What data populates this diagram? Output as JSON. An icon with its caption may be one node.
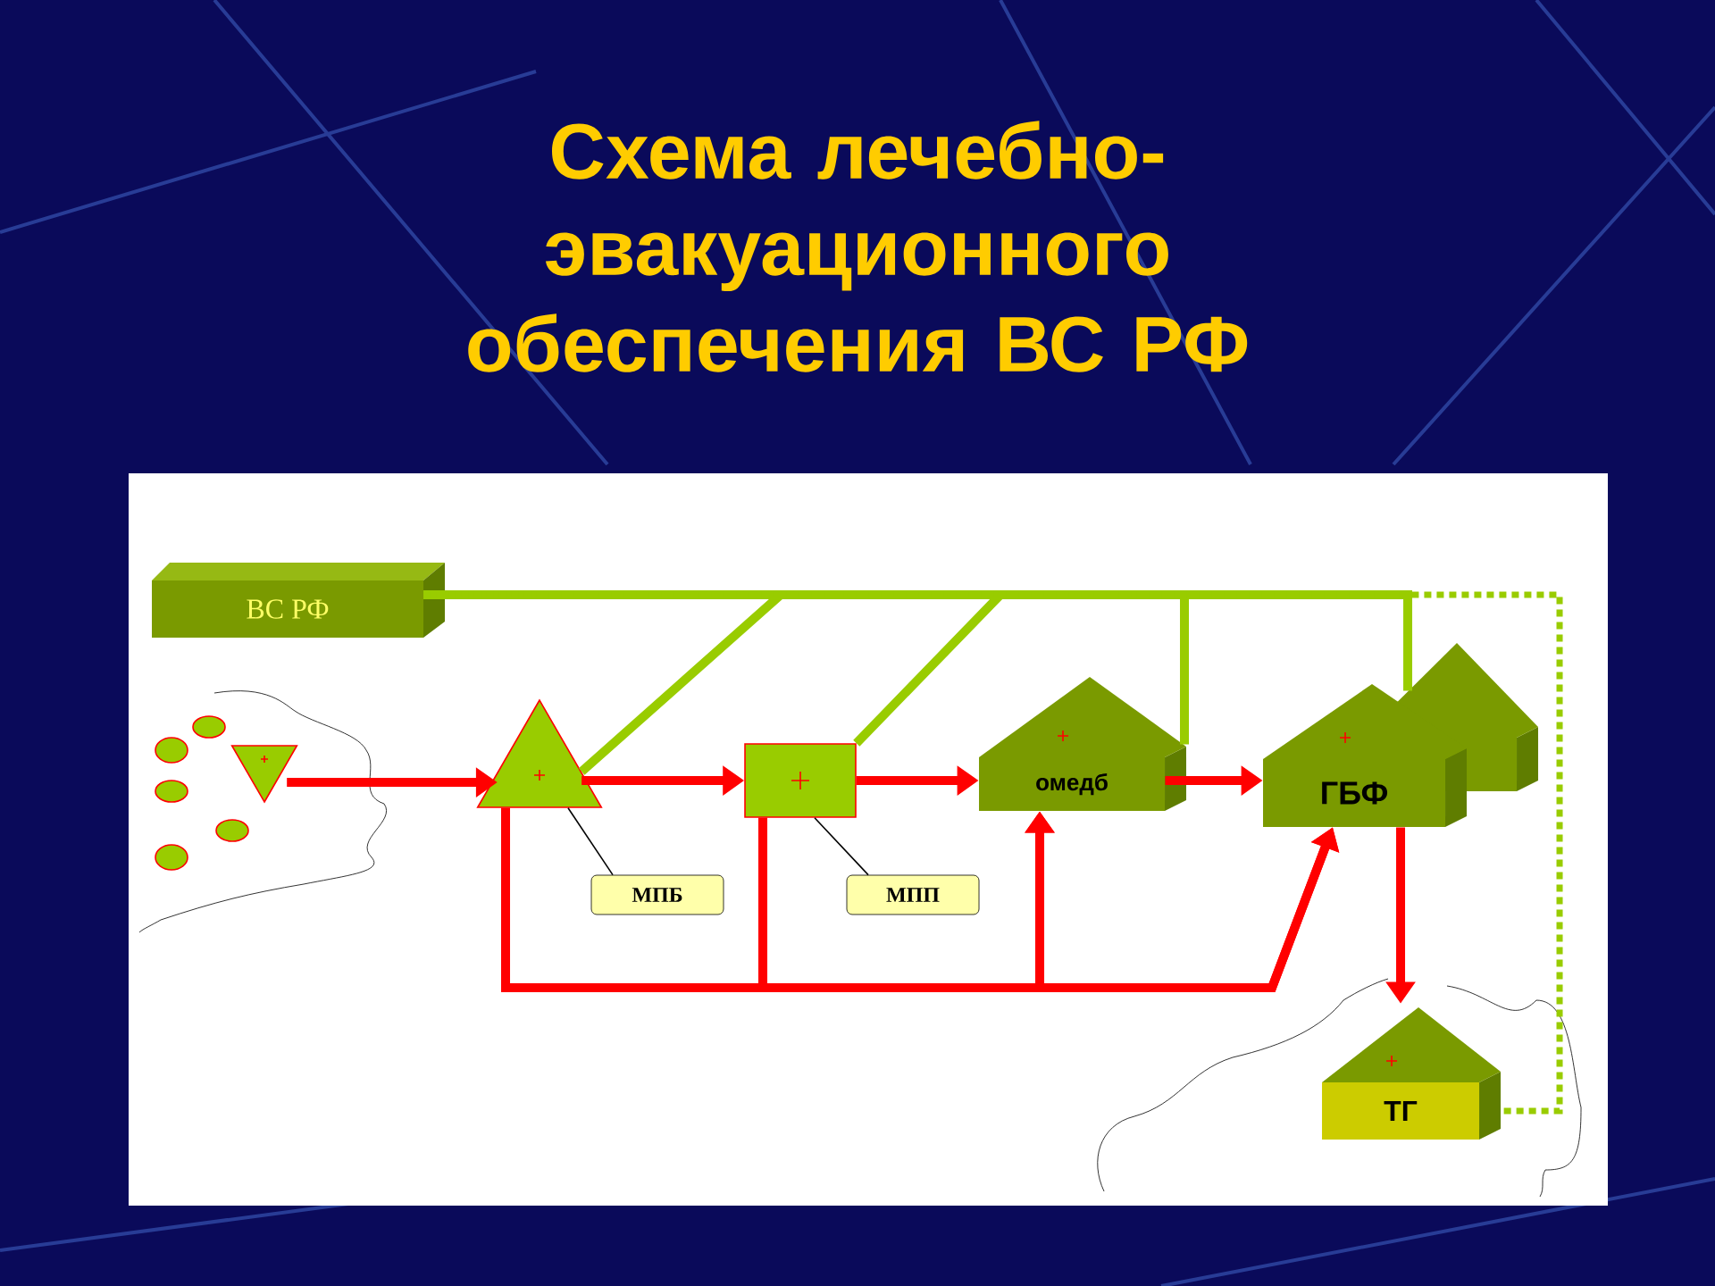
{
  "diagram": {
    "title": "Схема лечебно-эвакуационного обеспечения ВС РФ",
    "nodes": [
      {
        "text": [
          "ВС РФ"
        ]
      },
      {
        "text": [],
        "shape": "triangle"
      },
      {
        "text": [],
        "shape": "triangle"
      },
      {
        "text": [],
        "shape": "box"
      },
      {
        "text": [
          "омедб"
        ]
      },
      {
        "text": [
          "ГБФ"
        ]
      },
      {
        "text": [
          "ТГ"
        ]
      },
      {
        "text": [
          "МПБ"
        ]
      },
      {
        "text": [
          "МПП"
        ]
      }
    ],
    "edges": [
      {
        "from": 1,
        "to": 2,
        "arrow": "to"
      },
      {
        "from": 2,
        "to": 3,
        "arrow": "to"
      },
      {
        "from": 3,
        "to": 4,
        "arrow": "to"
      },
      {
        "from": 4,
        "to": 5,
        "arrow": "to"
      },
      {
        "from": 5,
        "to": 6,
        "arrow": "to"
      },
      {
        "from": 2,
        "to": 4,
        "arrow": "to"
      },
      {
        "from": 2,
        "to": 5,
        "arrow": "to"
      },
      {
        "from": 3,
        "to": 4,
        "arrow": "to"
      },
      {
        "from": 3,
        "to": 5,
        "arrow": "to"
      },
      {
        "from": 0,
        "to": 2,
        "arrow": "none",
        "color": "#99cc00"
      },
      {
        "from": 0,
        "to": 3,
        "arrow": "none",
        "color": "#99cc00"
      },
      {
        "from": 0,
        "to": 4,
        "arrow": "none",
        "color": "#99cc00"
      },
      {
        "from": 0,
        "to": 5,
        "arrow": "none",
        "color": "#99cc00"
      },
      {
        "from": 0,
        "to": 6,
        "arrow": "none",
        "color": "#99cc00",
        "style": "dashed"
      },
      {
        "from": 7,
        "to": 2,
        "arrow": "none",
        "color": "#000000"
      },
      {
        "from": 8,
        "to": 3,
        "arrow": "none",
        "color": "#000000"
      }
    ]
  }
}
